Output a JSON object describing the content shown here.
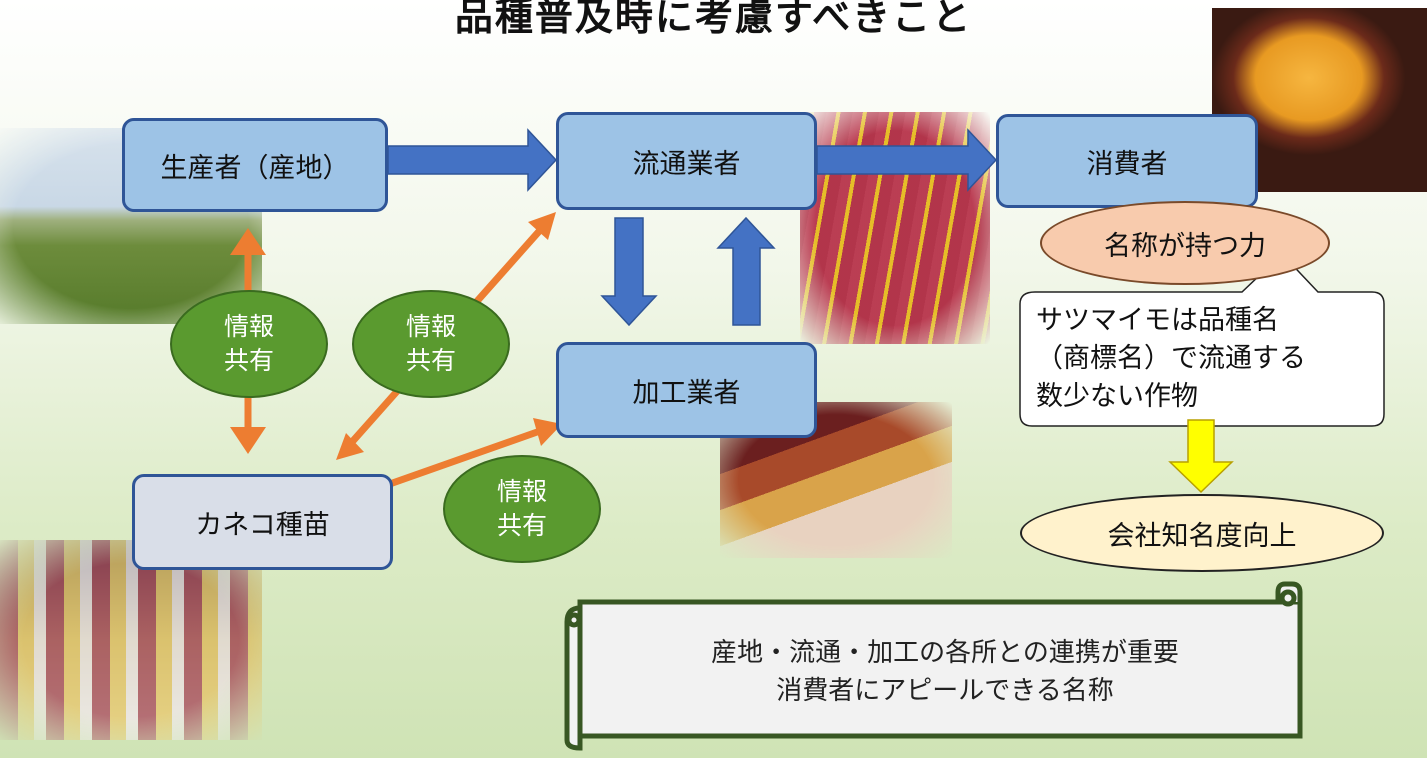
{
  "title": "品種普及時に考慮すべきこと",
  "nodes": {
    "producer": "生産者（産地）",
    "distributor": "流通業者",
    "consumer": "消費者",
    "processor": "加工業者",
    "kaneko": "カネコ種苗"
  },
  "info_share": {
    "line1": "情報",
    "line2": "共有"
  },
  "name_power": "名称が持つ力",
  "callout": {
    "line1": "サツマイモは品種名",
    "line2": "（商標名）で流通する",
    "line3": "数少ない作物"
  },
  "company_recognition": "会社知名度向上",
  "scroll": {
    "line1": "産地・流通・加工の各所との連携が重要",
    "line2": "消費者にアピールできる名称"
  },
  "colors": {
    "node_fill": "#9dc3e6",
    "node_border": "#2f5597",
    "info_share_fill": "#5a9a2f",
    "orange_arrow": "#ed7d31",
    "blue_arrow": "#4472c4",
    "yellow_arrow": "#ffff00"
  },
  "images": [
    "sweet-potato-field-photo",
    "sweet-potato-crates-photo",
    "baked-sweet-potato-photo",
    "silk-sweet-potato-package-photo",
    "store-display-photo"
  ]
}
